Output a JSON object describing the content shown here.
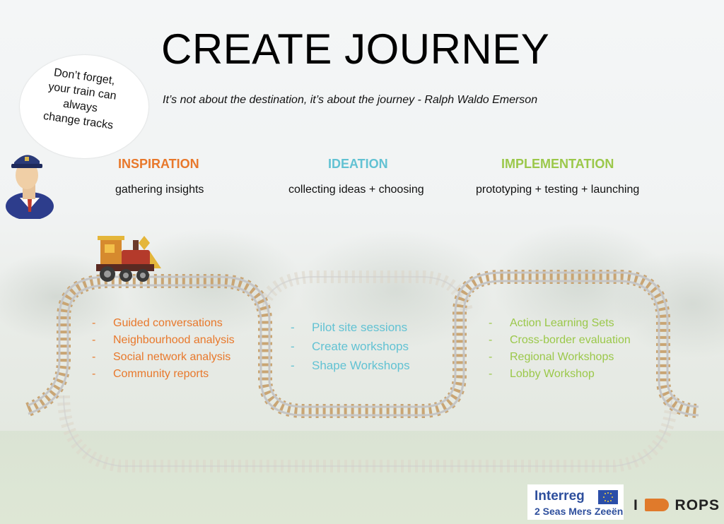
{
  "page": {
    "title": "CREATE JOURNEY",
    "quote": "It’s not about the destination, it’s about the journey - Ralph Waldo Emerson"
  },
  "bubble": {
    "lines": [
      "Don’t forget,",
      "your train can",
      "always",
      "change tracks"
    ]
  },
  "phases": [
    {
      "title": "INSPIRATION",
      "subtitle": "gathering insights",
      "color": "#e8782b",
      "items": [
        "Guided conversations",
        "Neighbourhood analysis",
        "Social network analysis",
        "Community reports"
      ]
    },
    {
      "title": "IDEATION",
      "subtitle": "collecting ideas + choosing",
      "color": "#62c2d3",
      "items": [
        "Pilot site sessions",
        "Create workshops",
        "Shape Workshops"
      ]
    },
    {
      "title": "IMPLEMENTATION",
      "subtitle": "prototyping + testing + launching",
      "color": "#9bc84a",
      "items": [
        "Action Learning Sets",
        "Cross-border evaluation",
        "Regional Workshops",
        "Lobby Workshop"
      ]
    }
  ],
  "list_marker": "-",
  "logos": {
    "interreg_name": "Interreg",
    "interreg_sub": "2 Seas Mers Zeeën",
    "irops_left": "I",
    "irops_right": "ROPS"
  },
  "colors": {
    "rail": "#c8c8c8",
    "sleeper": "#c9a574",
    "interreg_blue": "#2e4f9d",
    "eu_blue": "#2b4ea8",
    "irops_orange": "#e07a2b"
  }
}
